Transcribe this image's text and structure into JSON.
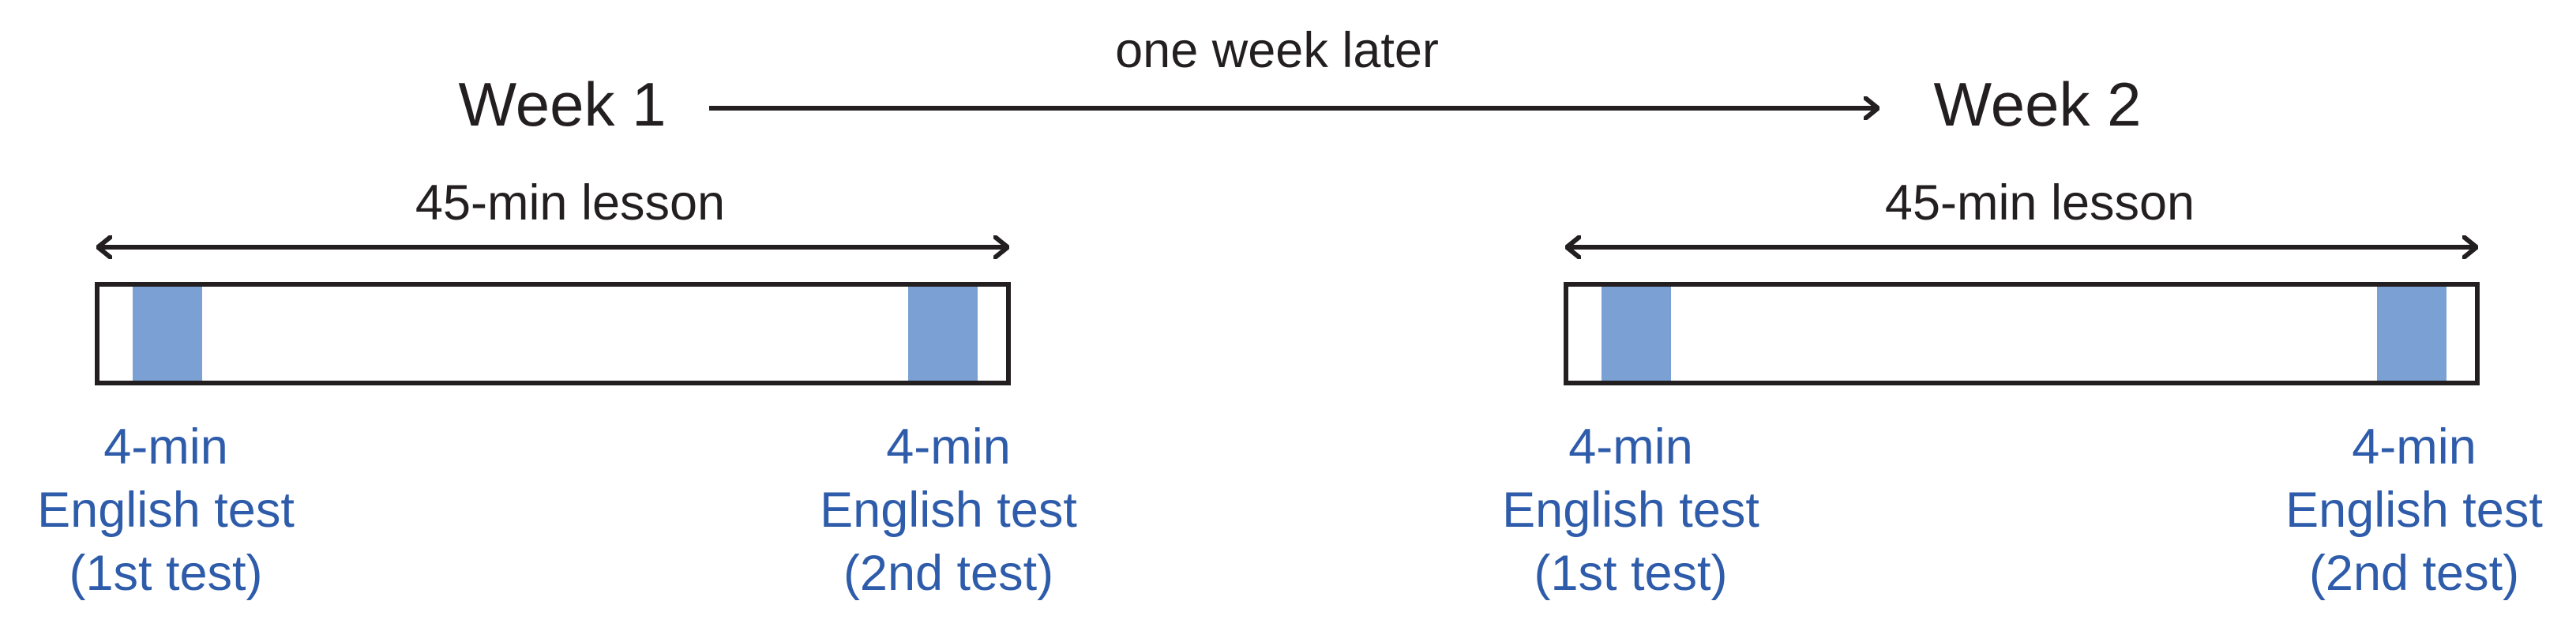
{
  "timeline": {
    "gap_label": "one week later"
  },
  "weeks": [
    {
      "title": "Week 1",
      "lesson_label": "45-min lesson",
      "tests": [
        {
          "line1": "4-min",
          "line2": "English test",
          "line3": "(1st test)"
        },
        {
          "line1": "4-min",
          "line2": "English test",
          "line3": "(2nd test)"
        }
      ]
    },
    {
      "title": "Week 2",
      "lesson_label": "45-min lesson",
      "tests": [
        {
          "line1": "4-min",
          "line2": "English test",
          "line3": "(1st test)"
        },
        {
          "line1": "4-min",
          "line2": "English test",
          "line3": "(2nd test)"
        }
      ]
    }
  ],
  "colors": {
    "ink": "#231f20",
    "test_block": "#7aa0d4",
    "test_label": "#2e5caa",
    "lesson_bar_fill": "#ffffff"
  }
}
